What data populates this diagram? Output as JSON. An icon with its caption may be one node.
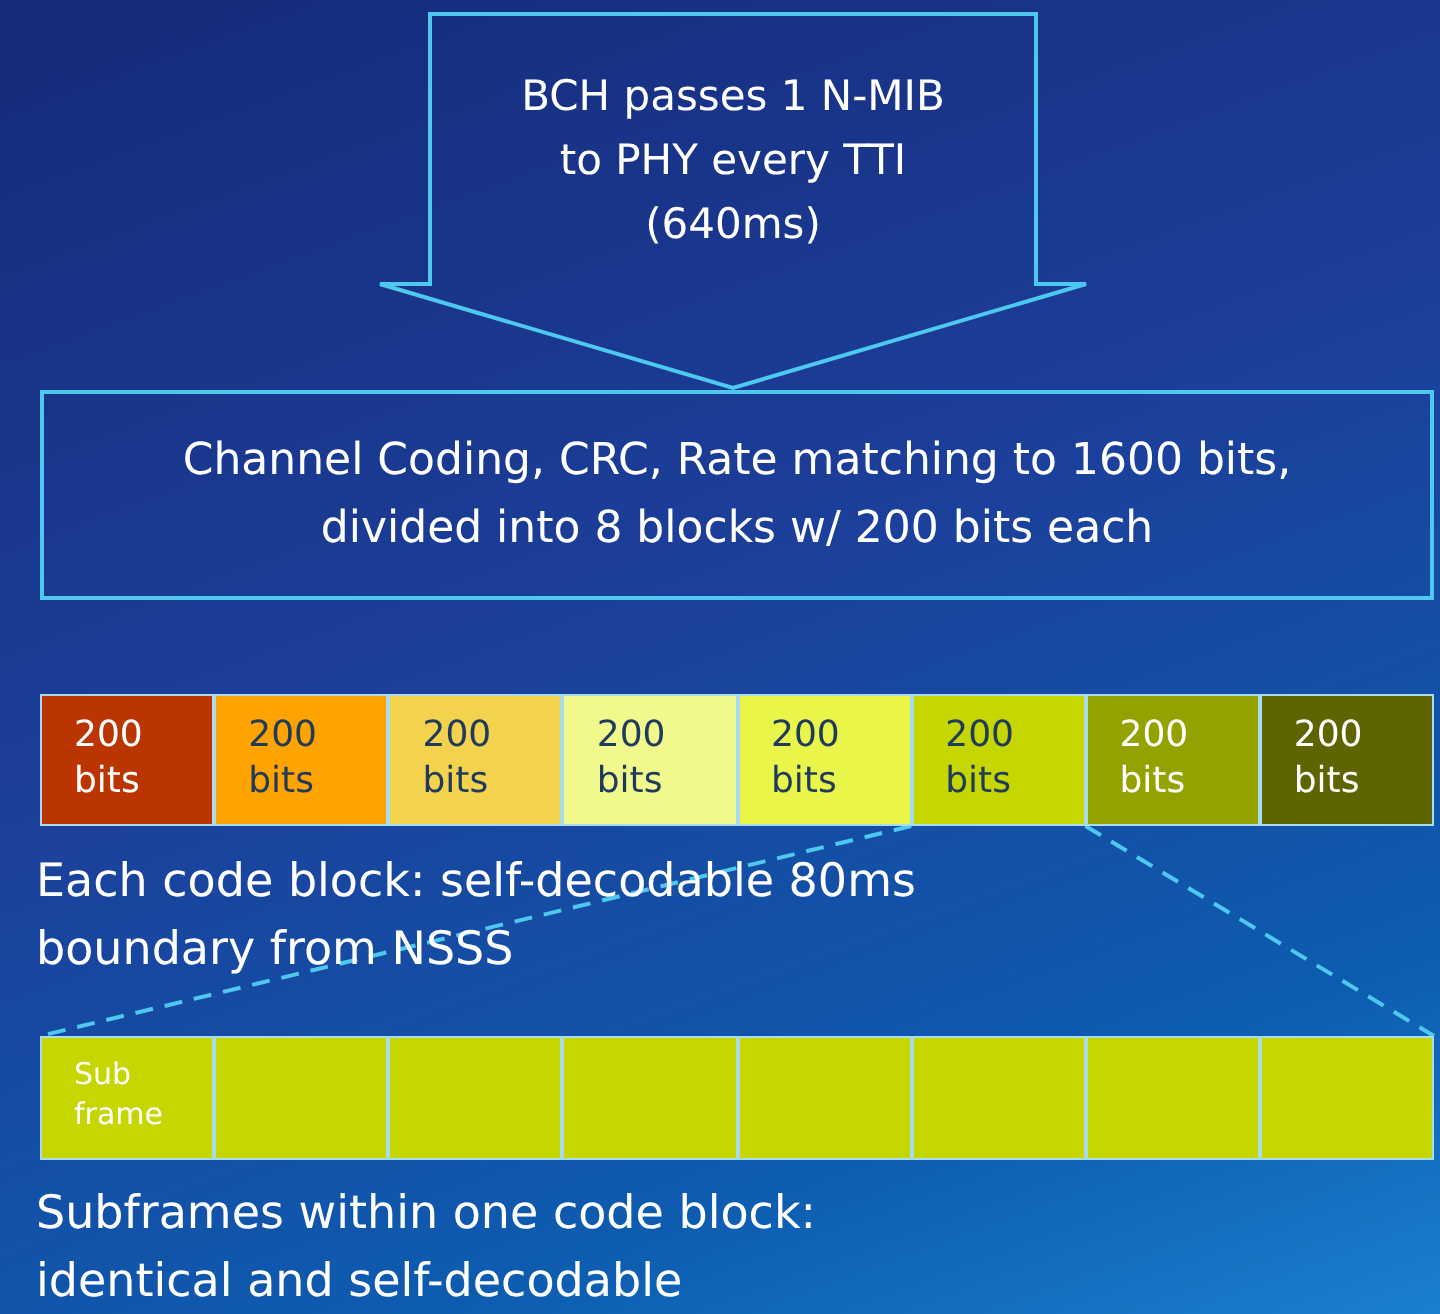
{
  "diagram": {
    "nodes": [
      {
        "text": [
          "BCH passes 1 N-MIB to PHY every TTI (640ms)"
        ]
      },
      {
        "text": [
          "Channel Coding, CRC, Rate matching to 1600 bits, divided into 8 blocks w/ 200 bits each"
        ]
      },
      {
        "text": [
          "200 bits"
        ]
      },
      {
        "text": [
          "200 bits"
        ]
      },
      {
        "text": [
          "200 bits"
        ]
      },
      {
        "text": [
          "200 bits"
        ]
      },
      {
        "text": [
          "200 bits"
        ]
      },
      {
        "text": [
          "200 bits"
        ]
      },
      {
        "text": [
          "200 bits"
        ]
      },
      {
        "text": [
          "200 bits"
        ]
      },
      {
        "text": [
          "Sub frame"
        ]
      },
      {
        "text": [],
        "shape": "box"
      },
      {
        "text": [],
        "shape": "box"
      },
      {
        "text": [],
        "shape": "box"
      },
      {
        "text": [],
        "shape": "box"
      },
      {
        "text": [],
        "shape": "box"
      },
      {
        "text": [],
        "shape": "box"
      },
      {
        "text": [],
        "shape": "box"
      }
    ],
    "edges": [
      {
        "from": 7,
        "to": 10,
        "arrow": "none",
        "style": "dashed"
      },
      {
        "from": 7,
        "to": 17,
        "arrow": "none",
        "style": "dashed"
      }
    ],
    "labels": [
      "Each code block: self-decodable 80ms boundary from NSSS",
      "Subframes within one code block: identical and self-decodable"
    ]
  }
}
